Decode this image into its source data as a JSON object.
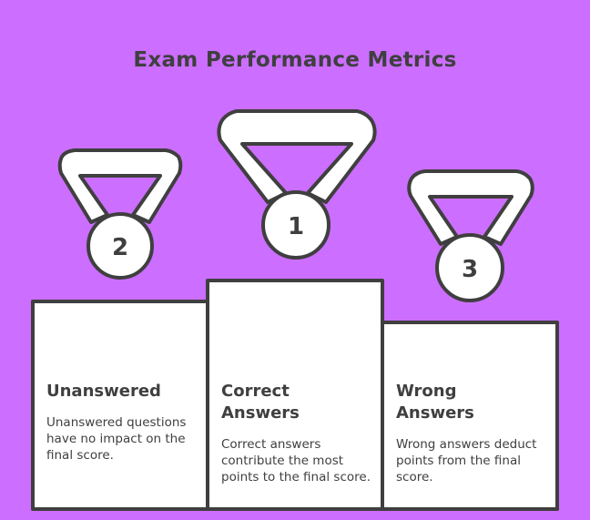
{
  "title": "Exam Performance Metrics",
  "medals": [
    {
      "rank": "2"
    },
    {
      "rank": "1"
    },
    {
      "rank": "3"
    }
  ],
  "podium": [
    {
      "heading": "Unanswered",
      "description": "Unanswered questions have no impact on the final score."
    },
    {
      "heading": "Correct Answers",
      "description": "Correct answers contribute the most points to the final score."
    },
    {
      "heading": "Wrong Answers",
      "description": "Wrong answers deduct points from the final score."
    }
  ],
  "colors": {
    "background": "#cc6eff",
    "stroke": "#3f3f3f",
    "fill": "#ffffff"
  }
}
